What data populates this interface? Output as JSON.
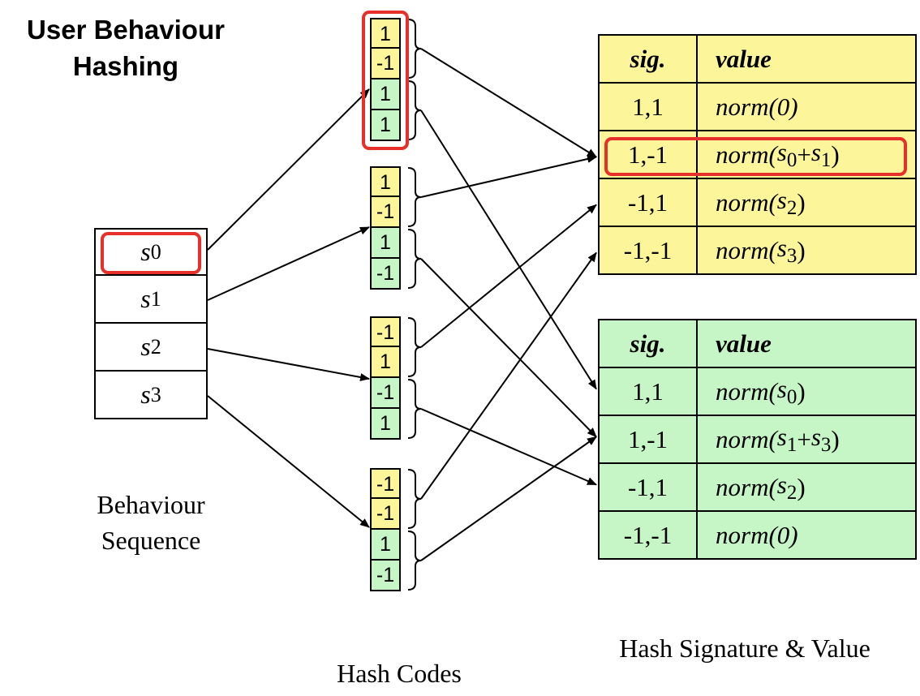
{
  "title": "User Behaviour Hashing",
  "sequence": {
    "caption": "Behaviour Sequence",
    "items": [
      {
        "var": "s",
        "sub": "0"
      },
      {
        "var": "s",
        "sub": "1"
      },
      {
        "var": "s",
        "sub": "2"
      },
      {
        "var": "s",
        "sub": "3"
      }
    ]
  },
  "hash_codes": {
    "caption": "Hash Codes",
    "groups": [
      [
        "1",
        "-1",
        "1",
        "1"
      ],
      [
        "1",
        "-1",
        "1",
        "-1"
      ],
      [
        "-1",
        "1",
        "-1",
        "1"
      ],
      [
        "-1",
        "-1",
        "1",
        "-1"
      ]
    ]
  },
  "signature_tables": {
    "caption": "Hash Signature & Value",
    "tables": [
      {
        "color": "#fcf59a",
        "header": {
          "sig": "sig.",
          "value": "value"
        },
        "rows": [
          {
            "sig": "1,1",
            "value": [
              {
                "t": "norm(0)"
              }
            ]
          },
          {
            "sig": "1,-1",
            "value": [
              {
                "t": "norm("
              },
              {
                "v": "s",
                "sub": "0"
              },
              {
                "t": "+"
              },
              {
                "v": "s",
                "sub": "1"
              },
              {
                "t": ")"
              }
            ]
          },
          {
            "sig": "-1,1",
            "value": [
              {
                "t": "norm("
              },
              {
                "v": "s",
                "sub": "2"
              },
              {
                "t": ")"
              }
            ]
          },
          {
            "sig": "-1,-1",
            "value": [
              {
                "t": "norm("
              },
              {
                "v": "s",
                "sub": "3"
              },
              {
                "t": ")"
              }
            ]
          }
        ]
      },
      {
        "color": "#c6f5c6",
        "header": {
          "sig": "sig.",
          "value": "value"
        },
        "rows": [
          {
            "sig": "1,1",
            "value": [
              {
                "t": "norm("
              },
              {
                "v": "s",
                "sub": "0"
              },
              {
                "t": ")"
              }
            ]
          },
          {
            "sig": "1,-1",
            "value": [
              {
                "t": "norm("
              },
              {
                "v": "s",
                "sub": "1"
              },
              {
                "t": "+"
              },
              {
                "v": "s",
                "sub": "3"
              },
              {
                "t": ")"
              }
            ]
          },
          {
            "sig": "-1,1",
            "value": [
              {
                "t": "norm("
              },
              {
                "v": "s",
                "sub": "2"
              },
              {
                "t": ")"
              }
            ]
          },
          {
            "sig": "-1,-1",
            "value": [
              {
                "t": "norm(0)"
              }
            ]
          }
        ]
      }
    ]
  },
  "colors": {
    "yellow": "#fcf59a",
    "green": "#c6f5c6",
    "highlight": "#e8302a"
  }
}
